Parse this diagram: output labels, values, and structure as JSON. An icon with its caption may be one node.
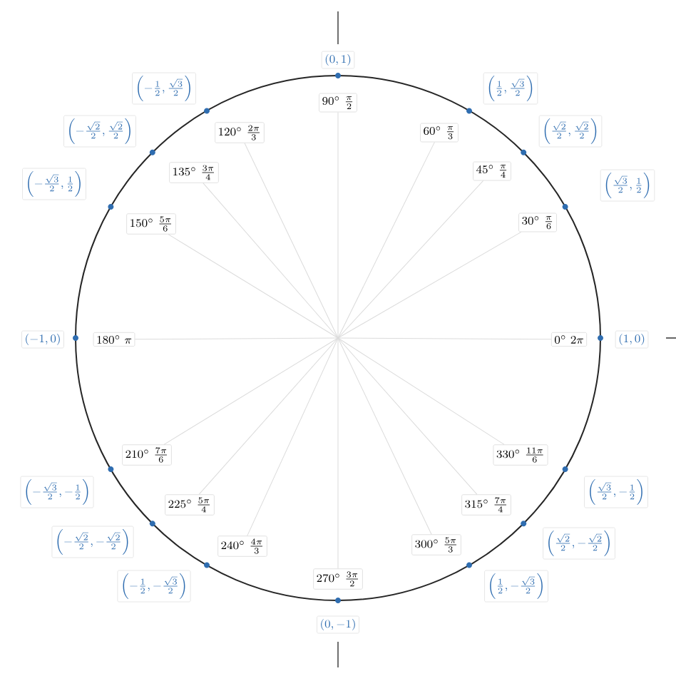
{
  "diagram": {
    "nodes": [
      {
        "text": [
          "\\left(1,0\\right)"
        ]
      },
      {
        "text": [
          "\\left(\\frac{\\sqrt{3}}{2},\\frac{1}{2}\\right)"
        ]
      },
      {
        "text": [
          "\\left(\\frac{\\sqrt{2}}{2},\\frac{\\sqrt{2}}{2}\\right)"
        ]
      },
      {
        "text": [
          "\\left(\\frac{1}{2},\\frac{\\sqrt{3}}{2}\\right)"
        ]
      },
      {
        "text": [
          "\\left(0,1\\right)"
        ]
      },
      {
        "text": [
          "\\left(-\\frac{1}{2},\\frac{\\sqrt{3}}{2}\\right)"
        ]
      },
      {
        "text": [
          "\\left(-\\frac{\\sqrt{2}}{2},\\frac{\\sqrt{2}}{2}\\right)"
        ]
      },
      {
        "text": [
          "\\left(-\\frac{\\sqrt{3}}{2},\\frac{1}{2}\\right)"
        ]
      },
      {
        "text": [
          "\\left(-1,0\\right)"
        ]
      },
      {
        "text": [
          "\\left(-\\frac{\\sqrt{3}}{2},-\\frac{1}{2}\\right)"
        ]
      },
      {
        "text": [
          "\\left(-\\frac{\\sqrt{2}}{2},-\\frac{\\sqrt{2}}{2}\\right)"
        ]
      },
      {
        "text": [
          "\\left(-\\frac{1}{2},-\\frac{\\sqrt{3}}{2}\\right)"
        ]
      },
      {
        "text": [
          "\\left(0,-1\\right)"
        ]
      },
      {
        "text": [
          "\\left(\\frac{1}{2},-\\frac{\\sqrt{3}}{2}\\right)"
        ]
      },
      {
        "text": [
          "\\left(\\frac{\\sqrt{2}}{2},-\\frac{\\sqrt{2}}{2}\\right)"
        ]
      },
      {
        "text": [
          "\\left(\\frac{\\sqrt{3}}{2},-\\frac{1}{2}\\right)"
        ]
      },
      {
        "text": [
          "0^{\\circ}",
          "2\\pi"
        ]
      },
      {
        "text": [
          "30^{\\circ}",
          "\\frac{\\pi}{6}"
        ]
      },
      {
        "text": [
          "45^{\\circ}",
          "\\frac{\\pi}{4}"
        ]
      },
      {
        "text": [
          "60^{\\circ}",
          "\\frac{\\pi}{3}"
        ]
      },
      {
        "text": [
          "90^{\\circ}",
          "\\frac{\\pi}{2}"
        ]
      },
      {
        "text": [
          "120^{\\circ}",
          "\\frac{2\\pi}{3}"
        ]
      },
      {
        "text": [
          "135^{\\circ}",
          "\\frac{3\\pi}{4}"
        ]
      },
      {
        "text": [
          "150^{\\circ}",
          "\\frac{5\\pi}{6}"
        ]
      },
      {
        "text": [
          "180^{\\circ}",
          "\\pi"
        ]
      },
      {
        "text": [
          "210^{\\circ}",
          "\\frac{7\\pi}{6}"
        ]
      },
      {
        "text": [
          "225^{\\circ}",
          "\\frac{5\\pi}{4}"
        ]
      },
      {
        "text": [
          "240^{\\circ}",
          "\\frac{4\\pi}{3}"
        ]
      },
      {
        "text": [
          "270^{\\circ}",
          "\\frac{3\\pi}{2}"
        ]
      },
      {
        "text": [
          "300^{\\circ}",
          "\\frac{5\\pi}{3}"
        ]
      },
      {
        "text": [
          "315^{\\circ}",
          "\\frac{7\\pi}{4}"
        ]
      },
      {
        "text": [
          "330^{\\circ}",
          "\\frac{11\\pi}{6}"
        ]
      }
    ],
    "edges": [
      {
        "from": null,
        "to": 16,
        "arrow": "none"
      },
      {
        "from": null,
        "to": 17,
        "arrow": "none"
      },
      {
        "from": null,
        "to": 18,
        "arrow": "none"
      },
      {
        "from": null,
        "to": 19,
        "arrow": "none"
      },
      {
        "from": null,
        "to": 20,
        "arrow": "none"
      },
      {
        "from": null,
        "to": 21,
        "arrow": "none"
      },
      {
        "from": null,
        "to": 22,
        "arrow": "none"
      },
      {
        "from": null,
        "to": 23,
        "arrow": "none"
      },
      {
        "from": null,
        "to": 24,
        "arrow": "none"
      },
      {
        "from": null,
        "to": 25,
        "arrow": "none"
      },
      {
        "from": null,
        "to": 26,
        "arrow": "none"
      },
      {
        "from": null,
        "to": 27,
        "arrow": "none"
      },
      {
        "from": null,
        "to": 28,
        "arrow": "none"
      },
      {
        "from": null,
        "to": 29,
        "arrow": "none"
      },
      {
        "from": null,
        "to": 30,
        "arrow": "none"
      },
      {
        "from": null,
        "to": 31,
        "arrow": "none"
      }
    ]
  }
}
